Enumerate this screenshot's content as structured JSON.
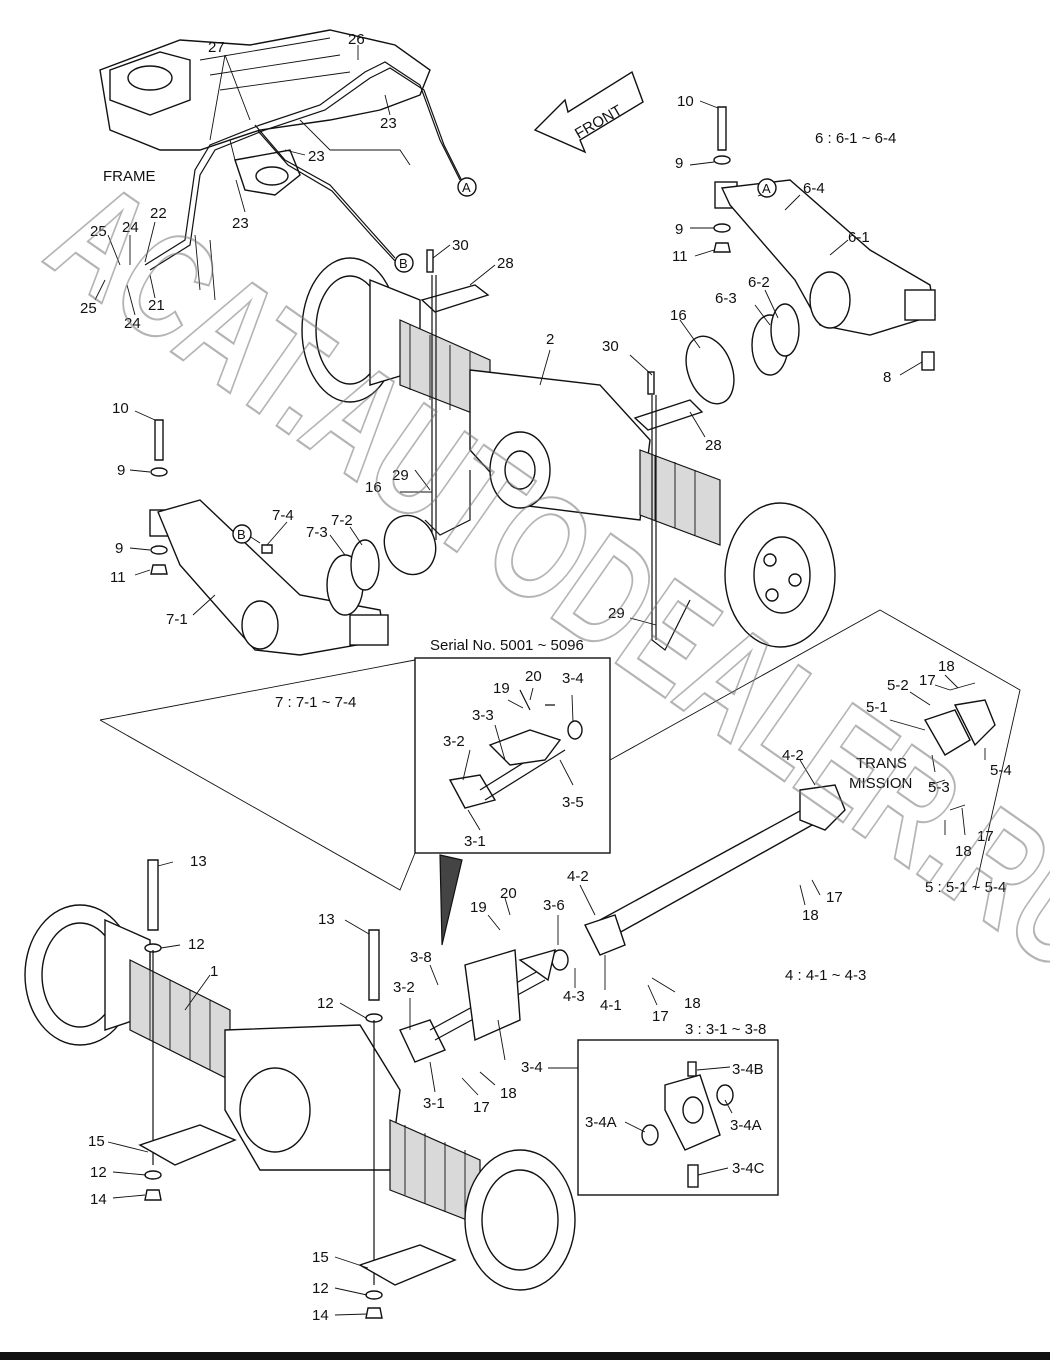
{
  "notes": {
    "frame": "FRAME",
    "front": "FRONT",
    "trans_1": "TRANS",
    "trans_2": "MISSION",
    "serial": "Serial No. 5001 ~ 5096",
    "group_6": "6 : 6-1 ~ 6-4",
    "group_7": "7 : 7-1 ~ 7-4",
    "group_5": "5 : 5-1 ~ 5-4",
    "group_4": "4 : 4-1 ~ 4-3",
    "group_3": "3 : 3-1 ~ 3-8"
  },
  "watermark": "ACAT.AUTODEALER.RU",
  "callouts": {
    "c27": "27",
    "c26": "26",
    "c23a": "23",
    "c23b": "23",
    "c23c": "23",
    "cA1": "A",
    "cB1": "B",
    "c25a": "25",
    "c24a": "24",
    "c22": "22",
    "c25b": "25",
    "c24b": "24",
    "c21": "21",
    "c30a": "30",
    "c28a": "28",
    "c2": "2",
    "c30b": "30",
    "c28b": "28",
    "c16a": "16",
    "c16b": "16",
    "c29a": "29",
    "c29b": "29",
    "c10a": "10",
    "c9a": "9",
    "cA2": "A",
    "c64": "6-4",
    "c9b": "9",
    "c11a": "11",
    "c61": "6-1",
    "c62": "6-2",
    "c63": "6-3",
    "c8": "8",
    "c10b": "10",
    "c9c": "9",
    "cB2": "B",
    "c74": "7-4",
    "c73": "7-3",
    "c72": "7-2",
    "c9d": "9",
    "c11b": "11",
    "c71": "7-1",
    "i20": "20",
    "i19": "19",
    "i34": "3-4",
    "i33": "3-3",
    "i32": "3-2",
    "i35": "3-5",
    "i31": "3-1",
    "c18a": "18",
    "c17a": "17",
    "c52": "5-2",
    "c51": "5-1",
    "c53": "5-3",
    "c54": "5-4",
    "c17b": "17",
    "c18b": "18",
    "c42": "4-2",
    "c18c": "18",
    "c17c": "17",
    "c13a": "13",
    "c12a": "12",
    "c1": "1",
    "c13b": "13",
    "c12b": "12",
    "c20": "20",
    "c19": "19",
    "c36": "3-6",
    "c42b": "4-2",
    "c38": "3-8",
    "c32": "3-2",
    "c43": "4-3",
    "c41": "4-1",
    "c18d": "18",
    "c17d": "17",
    "c34": "3-4",
    "c31": "3-1",
    "c17e": "17",
    "c18e": "18",
    "c34B": "3-4B",
    "c34A1": "3-4A",
    "c34A2": "3-4A",
    "c34C": "3-4C",
    "c15a": "15",
    "c12c": "12",
    "c14a": "14",
    "c15b": "15",
    "c12d": "12",
    "c14b": "14"
  }
}
